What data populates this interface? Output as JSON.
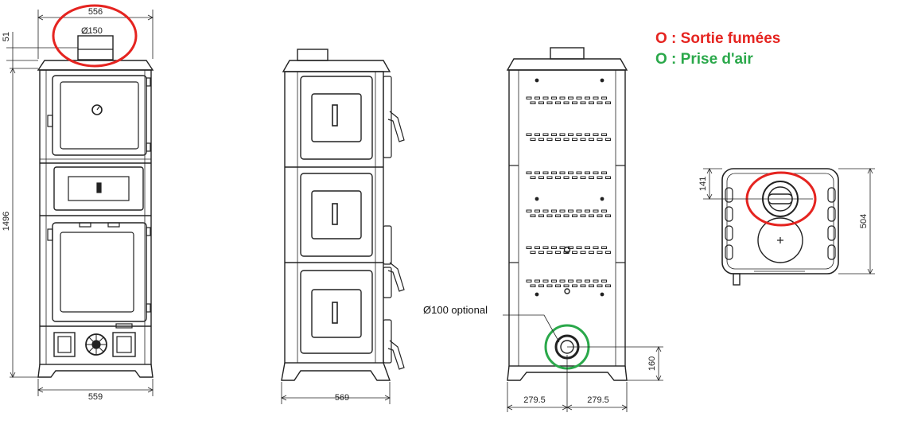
{
  "colors": {
    "line": "#222222",
    "smoke_marker": "#e52420",
    "air_marker": "#2aa84a",
    "background": "#ffffff"
  },
  "legend": {
    "smoke": {
      "symbol": "O",
      "separator": " : ",
      "label": "Sortie fumées",
      "color": "#e52420"
    },
    "air": {
      "symbol": "O",
      "separator": " : ",
      "label": "Prise d'air",
      "color": "#2aa84a"
    }
  },
  "front_view": {
    "top_width": "556",
    "flue_diameter": "Ø150",
    "top_offset": "51",
    "total_height": "1496",
    "base_width": "559"
  },
  "side_view": {
    "width": "569"
  },
  "back_view": {
    "optional_label": "Ø100 optional",
    "half_width_left": "279.5",
    "half_width_right": "279.5",
    "air_inlet_height": "160"
  },
  "top_view": {
    "flue_offset": "141",
    "depth": "504"
  }
}
